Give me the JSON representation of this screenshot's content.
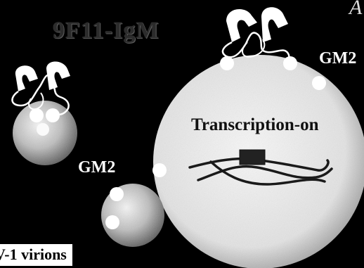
{
  "labels": {
    "antibody": "9F11-IgM",
    "corner_fragment": "A",
    "gm2_right": "GM2",
    "gm2_left": "GM2",
    "transcription": "Transcription-on",
    "virions": "V-1 virions"
  },
  "colors": {
    "background": "#000000",
    "cell": "#e8e8e8",
    "virion": "#cfcfcf",
    "gm2_dot": "#ffffff",
    "antibody": "#ffffff",
    "dna_strand": "#1a1a1a",
    "promoter_box": "#222222",
    "label_white": "#ffffff",
    "label_dark": "#111111"
  }
}
